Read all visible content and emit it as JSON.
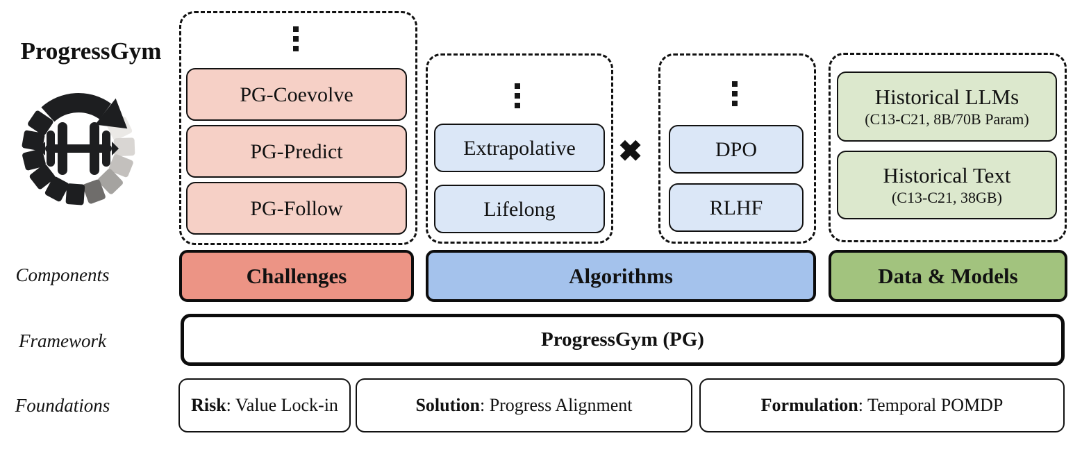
{
  "brand": {
    "title": "ProgressGym"
  },
  "row_labels": {
    "components": "Components",
    "framework": "Framework",
    "foundations": "Foundations"
  },
  "challenges": {
    "label": "Challenges",
    "ellipsis": "⋮",
    "items": [
      "PG-Coevolve",
      "PG-Predict",
      "PG-Follow"
    ]
  },
  "algorithms": {
    "label": "Algorithms",
    "cross": "✖",
    "families": [
      "Extrapolative",
      "Lifelong"
    ],
    "methods": [
      "DPO",
      "RLHF"
    ]
  },
  "data_and_models": {
    "label": "Data & Models",
    "items": [
      {
        "title": "Historical LLMs",
        "subtitle": "(C13-C21, 8B/70B Param)"
      },
      {
        "title": "Historical Text",
        "subtitle": "(C13-C21, 38GB)"
      }
    ]
  },
  "framework": {
    "label": "ProgressGym (PG)"
  },
  "foundations": {
    "items": [
      {
        "keyword": "Risk",
        "rest": ": Value Lock-in"
      },
      {
        "keyword": "Solution",
        "rest": ": Progress Alignment"
      },
      {
        "keyword": "Formulation",
        "rest": ": Temporal POMDP"
      }
    ]
  },
  "colors": {
    "challenge_light": "#f6d0c6",
    "challenge_strong": "#ec9485",
    "algorithm_light": "#dbe7f7",
    "algorithm_strong": "#a4c2ec",
    "data_light": "#dce8cd",
    "data_strong": "#a2c37e",
    "border": "#111111",
    "logo_fade": [
      "#ebe9e6",
      "#d9d6d3",
      "#c3c0bd",
      "#a5a3a0",
      "#6f6d6b",
      "#1d1e20"
    ]
  }
}
